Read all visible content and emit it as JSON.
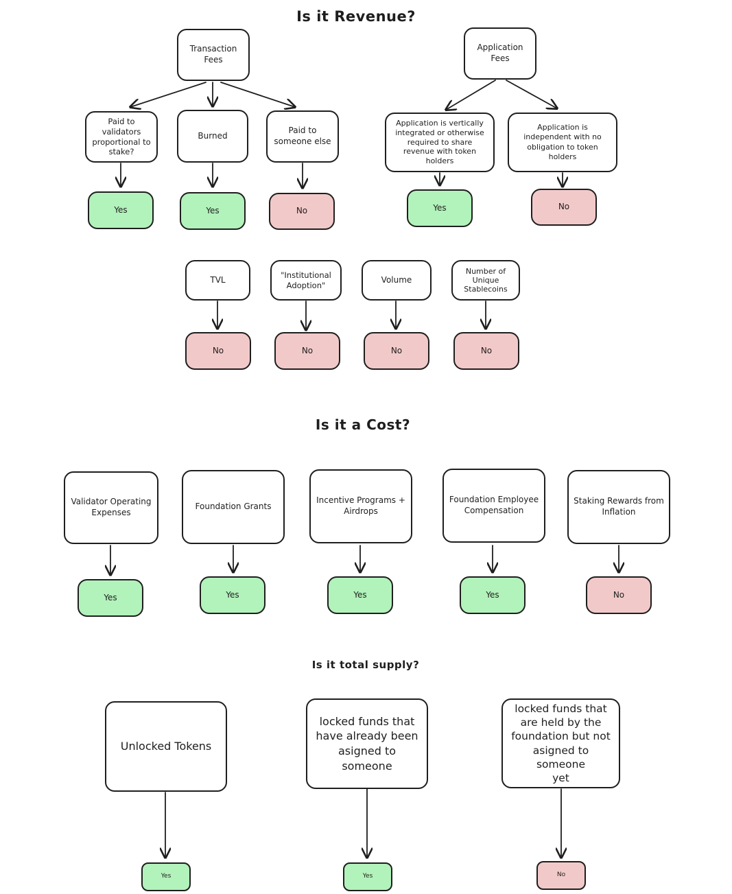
{
  "titles": {
    "revenue": "Is it Revenue?",
    "cost": "Is it a Cost?",
    "supply": "Is it total supply?"
  },
  "revenue": {
    "transaction_fees": "Transaction\nFees",
    "paid_validators": "Paid to\nvalidators\nproportional to\nstake?",
    "burned": "Burned",
    "paid_someone_else": "Paid to\nsomeone else",
    "application_fees": "Application\nFees",
    "app_integrated": "Application is vertically\nintegrated or otherwise\nrequired to share\nrevenue with token\nholders",
    "app_independent": "Application is\nindependent with no\nobligation to token\nholders",
    "tvl": "TVL",
    "institutional": "\"Institutional\nAdoption\"",
    "volume": "Volume",
    "stablecoins": "Number of\nUnique\nStablecoins"
  },
  "cost": {
    "validator_expenses": "Validator Operating\nExpenses",
    "foundation_grants": "Foundation Grants",
    "incentive_programs": "Incentive Programs +\nAirdrops",
    "employee_comp": "Foundation Employee\nCompensation",
    "staking_rewards": "Staking Rewards from\nInflation"
  },
  "supply": {
    "unlocked": "Unlocked Tokens",
    "locked_assigned": "locked funds that\nhave already been\nasigned to someone",
    "locked_unassigned": "locked funds that\nare held by the\nfoundation but not\nasigned to someone\nyet"
  },
  "answers": {
    "yes": "Yes",
    "no": "No"
  },
  "colors": {
    "yes_fill": "#b2f2bb",
    "no_fill": "#f2c9c9",
    "stroke": "#1e1e1e"
  }
}
